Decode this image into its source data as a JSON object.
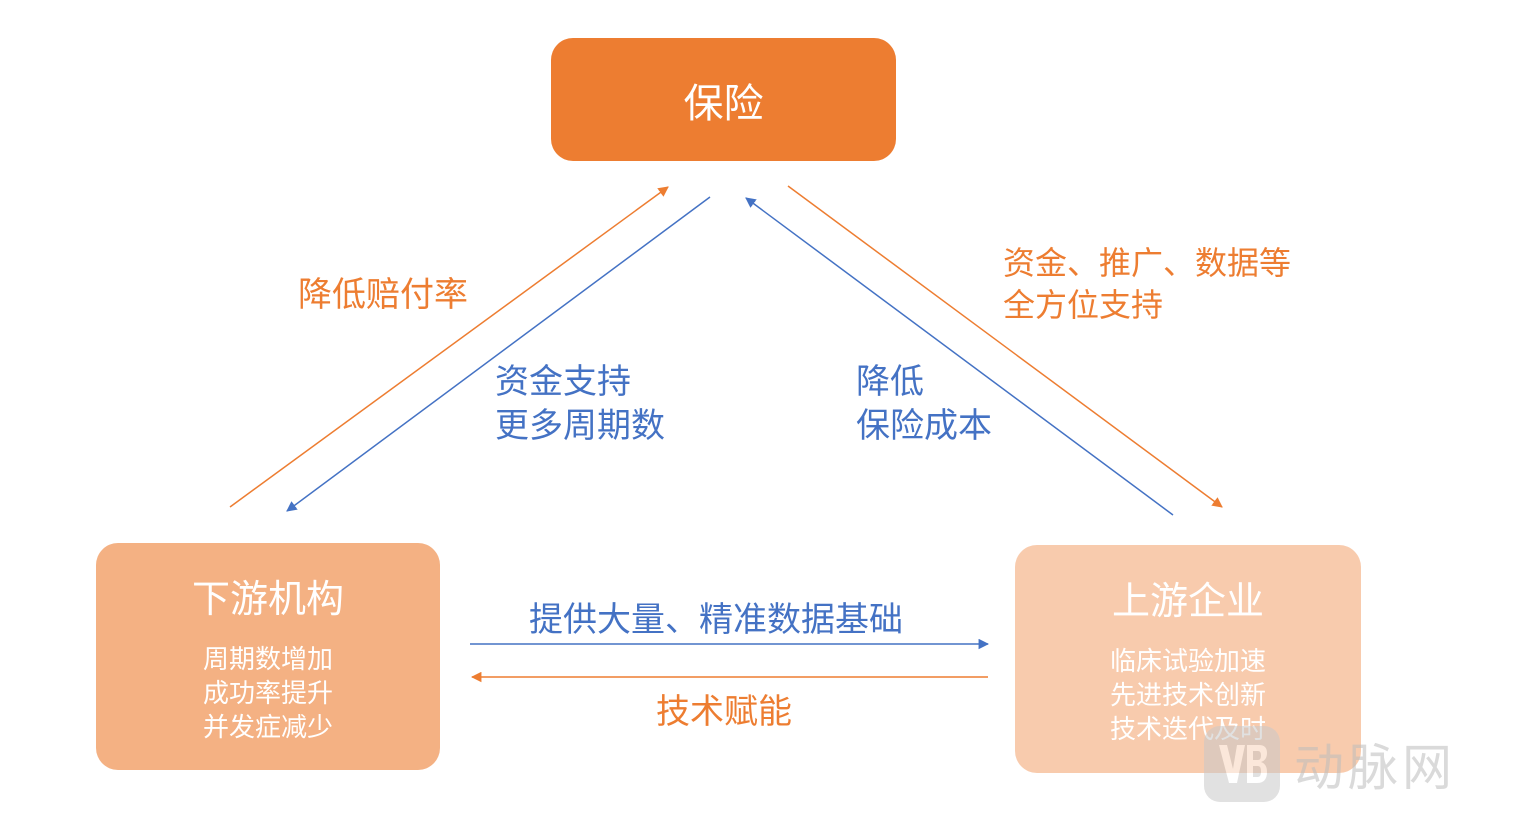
{
  "colors": {
    "insurance": "#ED7D31",
    "downstream": "#F4B183",
    "upstream": "#F8CBAD",
    "orange_arrow": "#ED7D31",
    "blue_arrow": "#4472C4"
  },
  "nodes": {
    "insurance": {
      "title": "保险"
    },
    "downstream": {
      "title": "下游机构",
      "lines": [
        "周期数增加",
        "成功率提升",
        "并发症减少"
      ]
    },
    "upstream": {
      "title": "上游企业",
      "lines": [
        "临床试验加速",
        "先进技术创新",
        "技术迭代及时"
      ]
    }
  },
  "edges": {
    "lower_claims": "降低赔付率",
    "fund_support": [
      "资金支持",
      "更多周期数"
    ],
    "lower_cost": [
      "降低",
      "保险成本"
    ],
    "full_support": [
      "资金、推广、数据等",
      "全方位支持"
    ],
    "data_basis": "提供大量、精准数据基础",
    "tech_empower": "技术赋能"
  },
  "watermark": {
    "text": "动脉网"
  }
}
